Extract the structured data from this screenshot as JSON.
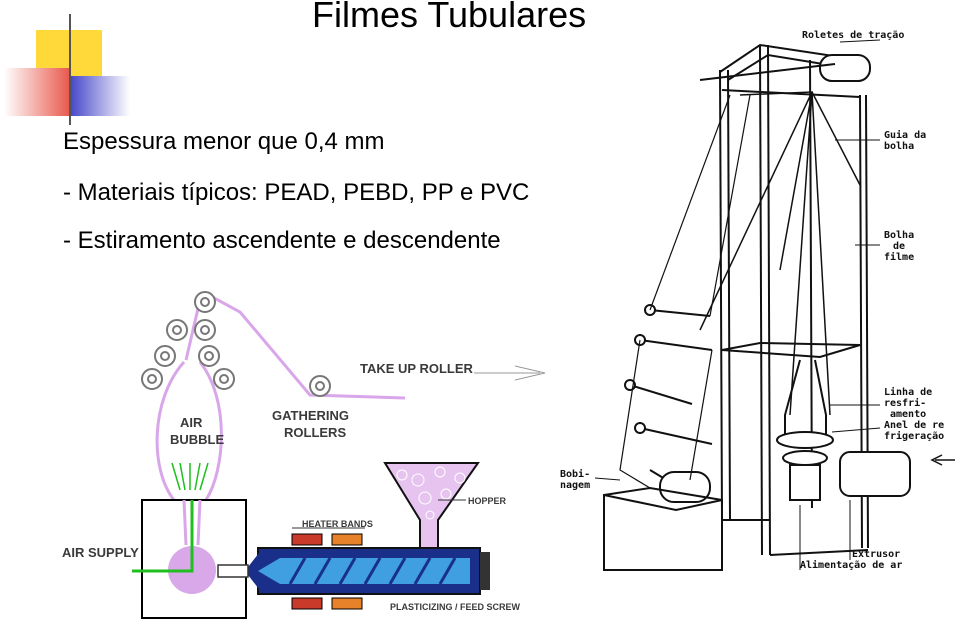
{
  "slide": {
    "title": "Filmes Tubulares",
    "bullets": [
      "Espessura menor que 0,4 mm",
      "- Materiais típicos: PEAD, PEBD, PP e PVC",
      "- Estiramento ascendente e descendente"
    ]
  },
  "left_diagram": {
    "take_up_roller": "TAKE UP ROLLER",
    "air_bubble": [
      "AIR",
      "BUBBLE"
    ],
    "gathering_rollers": [
      "GATHERING",
      "ROLLERS"
    ],
    "hopper": "HOPPER",
    "heater_bands": "HEATER BANDS",
    "air_supply": "AIR SUPPLY",
    "screw": "PLASTICIZING / FEED SCREW"
  },
  "right_diagram": {
    "roletes": "Roletes de tração",
    "guia": [
      "Guia da",
      "bolha"
    ],
    "bolha": [
      "Bolha",
      "de",
      "filme"
    ],
    "linha": [
      "Linha de",
      "resfri-",
      "amento"
    ],
    "anel": [
      "Anel de re",
      "frigeração"
    ],
    "bobinagem": [
      "Bobi-",
      "nagem"
    ],
    "extrusor": [
      "Extrusor",
      "Alimentação de ar"
    ]
  },
  "colors": {
    "film": "#d9a6ea",
    "barrel": "#1a2f8a",
    "screw": "#3f9fe0",
    "heater": "#c93a2a",
    "heater2": "#e8822a",
    "air": "#1fbf1f",
    "die": "#d8a8e8",
    "deco_yellow": "#ffd93a",
    "deco_red": "#e8584c",
    "deco_blue": "#4646c8"
  }
}
